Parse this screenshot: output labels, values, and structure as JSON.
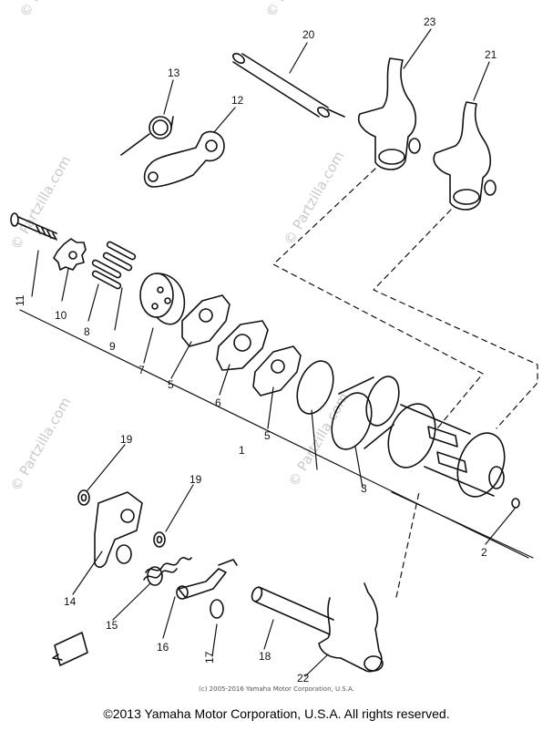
{
  "callouts": [
    "20",
    "23",
    "21",
    "13",
    "12",
    "11",
    "10",
    "8",
    "9",
    "7",
    "5",
    "6",
    "5",
    "1",
    "3",
    "2",
    "19",
    "19",
    "14",
    "15",
    "16",
    "17",
    "18",
    "22"
  ],
  "watermark": "© Partzilla.com",
  "copyright_small": "(c) 2005-2016 Yamaha Motor Corporation, U.S.A.",
  "copyright": "©2013 Yamaha Motor Corporation, U.S.A. All rights reserved.",
  "colors": {
    "line": "#111111",
    "watermark": "#c9c9c9"
  }
}
